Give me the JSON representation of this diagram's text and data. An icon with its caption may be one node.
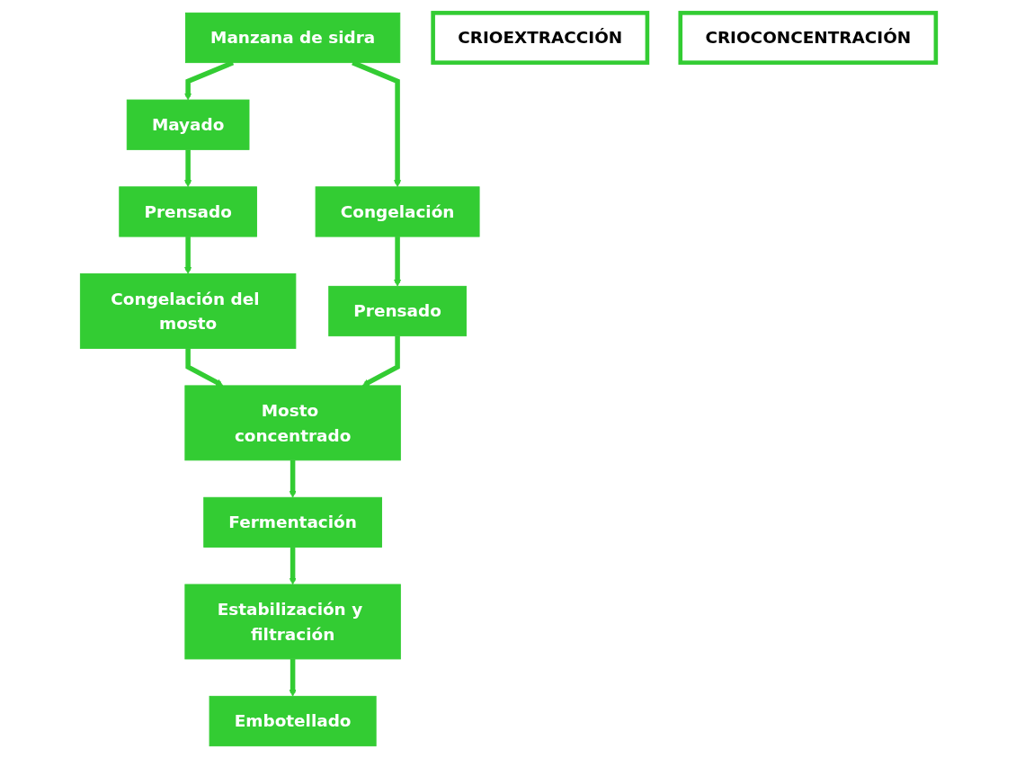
{
  "diagram": {
    "nodes": [
      {
        "text": [
          "Manzana de sidra"
        ]
      },
      {
        "text": [
          "Mayado"
        ]
      },
      {
        "text": [
          "Congelación"
        ]
      },
      {
        "text": [
          "Prensado"
        ]
      },
      {
        "text": [
          "Prensado"
        ]
      },
      {
        "text": [
          "Congelación del mosto"
        ]
      },
      {
        "text": [
          "CRIOEXTRACCIÓN"
        ]
      },
      {
        "text": [
          "CRIOCONCENTRACIÓN"
        ]
      },
      {
        "text": [
          "Mosto concentrado"
        ]
      },
      {
        "text": [
          "Fermentación"
        ]
      },
      {
        "text": [
          "Estabilización y filtración"
        ]
      },
      {
        "text": [
          "Embotellado"
        ]
      }
    ],
    "edges": [
      {
        "from": 0,
        "to": 1,
        "arrow": "to"
      },
      {
        "from": 0,
        "to": 2,
        "arrow": "to"
      },
      {
        "from": 1,
        "to": 3,
        "arrow": "to"
      },
      {
        "from": 2,
        "to": 4,
        "arrow": "to"
      },
      {
        "from": 3,
        "to": 5,
        "arrow": "to"
      },
      {
        "from": 5,
        "to": 8,
        "arrow": "to"
      },
      {
        "from": 4,
        "to": 8,
        "arrow": "to"
      },
      {
        "from": 8,
        "to": 9,
        "arrow": "to"
      },
      {
        "from": 9,
        "to": 10,
        "arrow": "to"
      },
      {
        "from": 10,
        "to": 11,
        "arrow": "to"
      }
    ]
  }
}
